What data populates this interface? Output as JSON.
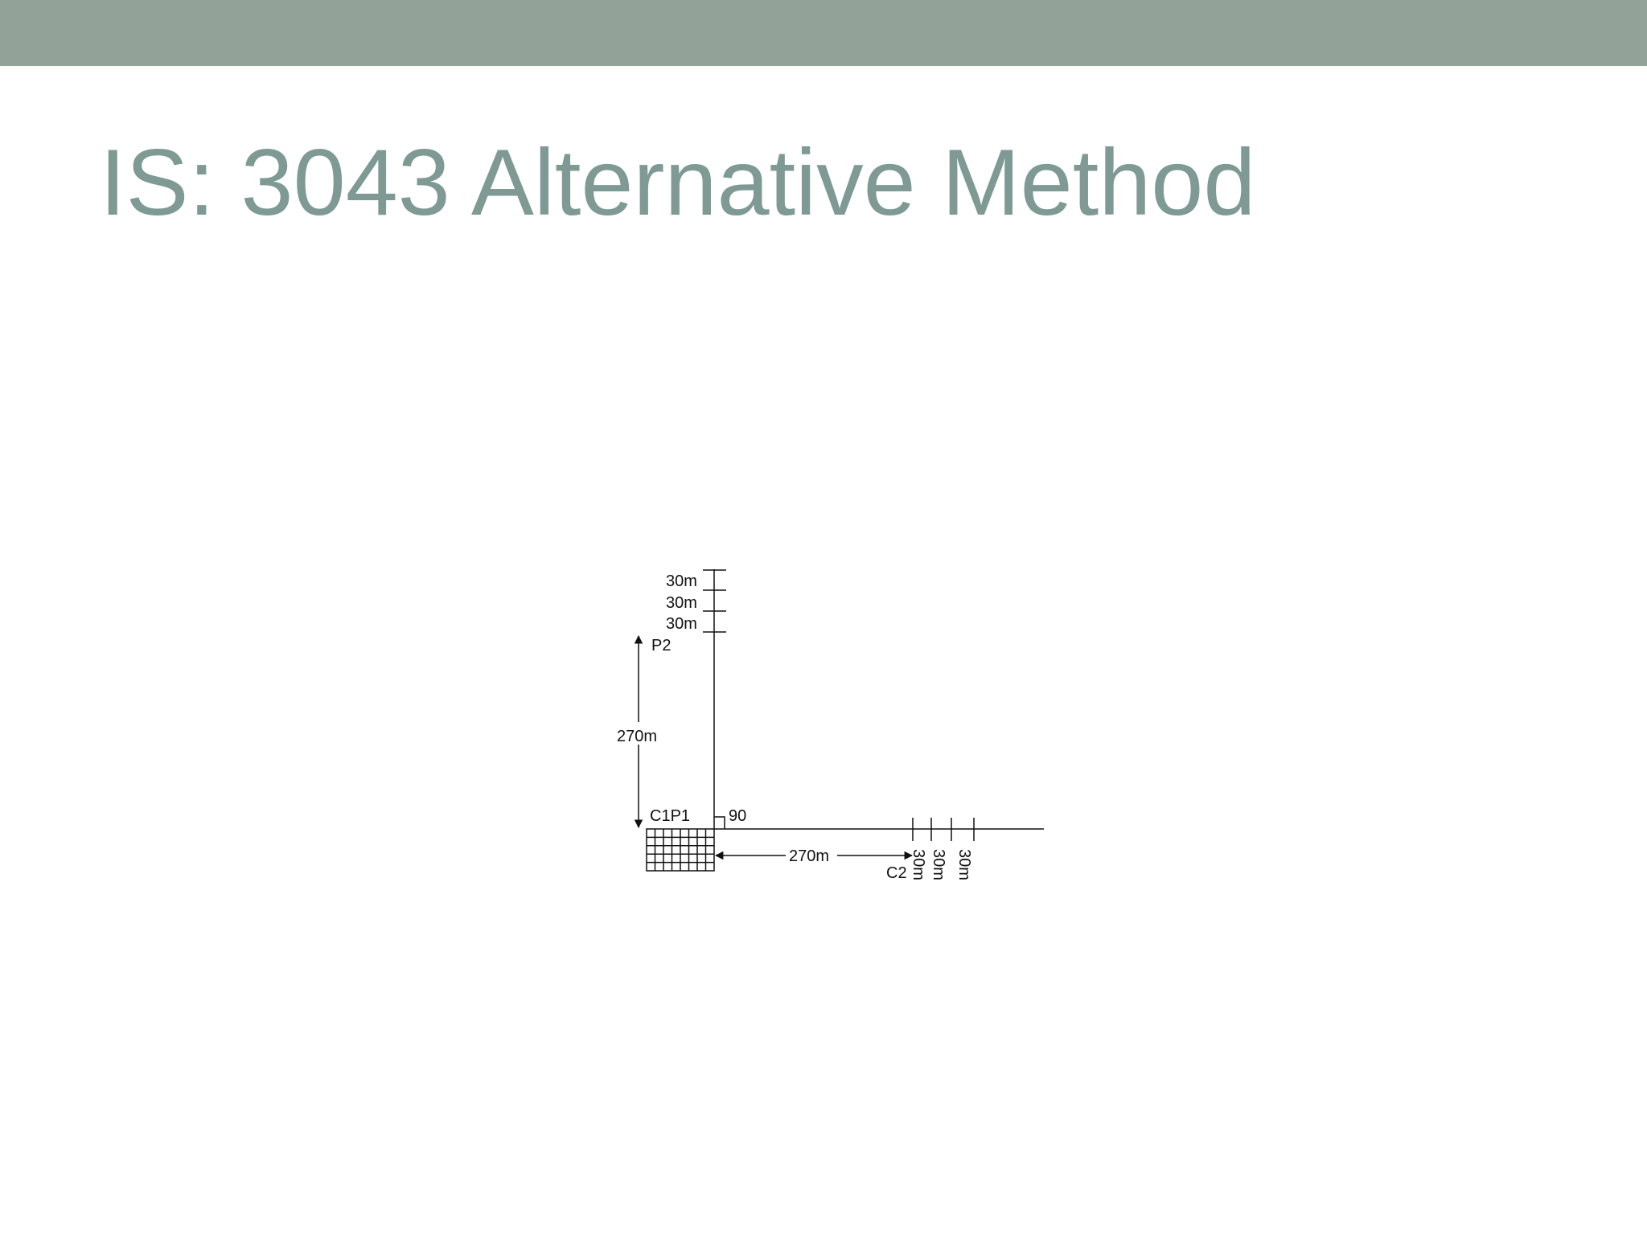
{
  "slide": {
    "title": "IS: 3043 Alternative Method"
  },
  "diagram": {
    "labels": {
      "spacing_top_1": "30m",
      "spacing_top_2": "30m",
      "spacing_top_3": "30m",
      "p2": "P2",
      "distance_vertical": "270m",
      "c1p1": "C1P1",
      "angle": "90",
      "distance_horizontal": "270m",
      "c2": "C2",
      "spacing_right_1": "30m",
      "spacing_right_2": "30m",
      "spacing_right_3": "30m"
    }
  }
}
